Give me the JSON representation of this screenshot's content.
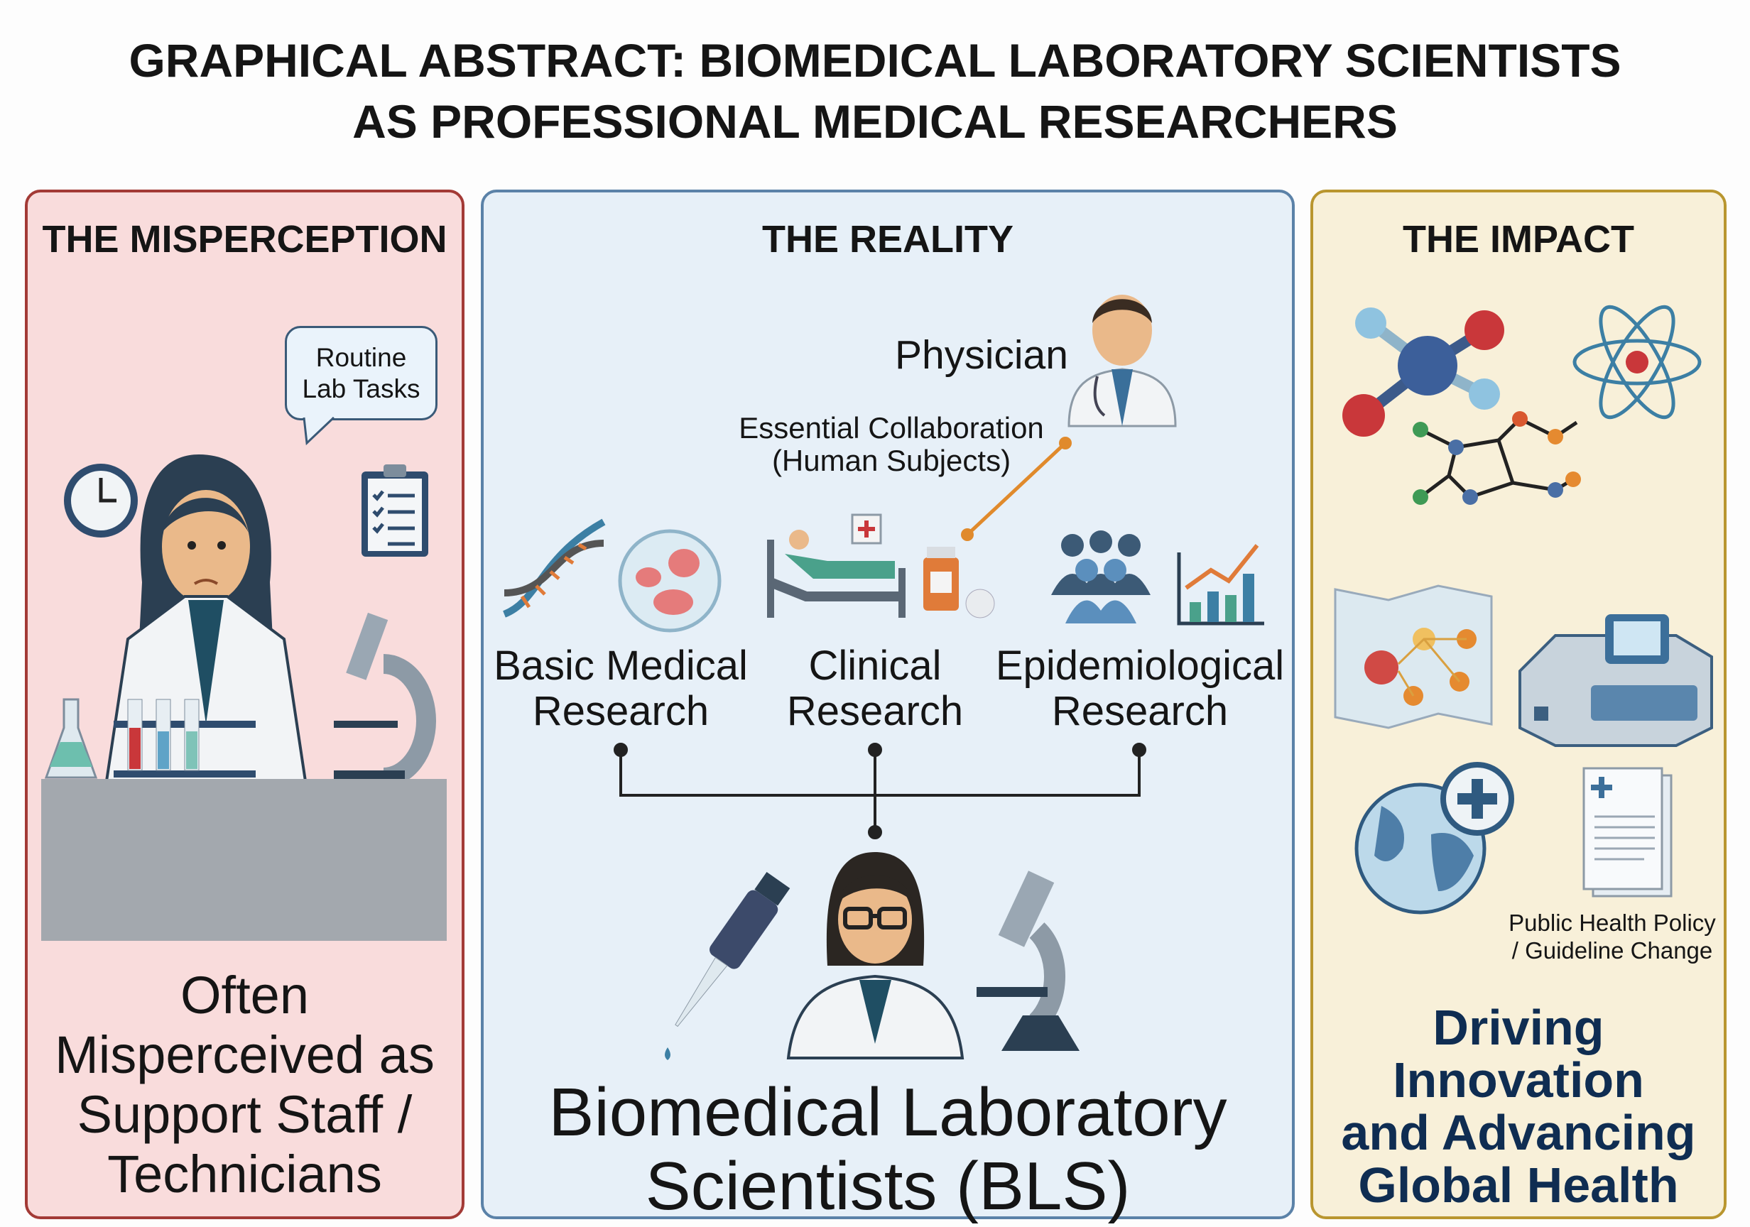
{
  "title": {
    "line1": "GRAPHICAL ABSTRACT: BIOMEDICAL LABORATORY SCIENTISTS",
    "line2": "AS PROFESSIONAL MEDICAL RESEARCHERS"
  },
  "misperception": {
    "heading": "THE MISPERCEPTION",
    "bubble": {
      "line1": "Routine",
      "line2": "Lab Tasks"
    },
    "caption": [
      "Often",
      "Misperceived as",
      "Support Staff /",
      "Technicians"
    ]
  },
  "reality": {
    "heading": "THE REALITY",
    "physician": "Physician",
    "collaboration": {
      "line1": "Essential Collaboration",
      "line2": "(Human Subjects)"
    },
    "research_areas": [
      {
        "line1": "Basic Medical",
        "line2": "Research"
      },
      {
        "line1": "Clinical",
        "line2": "Research"
      },
      {
        "line1": "Epidemiological",
        "line2": "Research"
      }
    ],
    "bls": {
      "line1": "Biomedical Laboratory",
      "line2": "Scientists (BLS)"
    }
  },
  "impact": {
    "heading": "THE IMPACT",
    "policy": {
      "line1": "Public Health Policy",
      "line2": "/ Guideline Change"
    },
    "tagline": [
      "Driving",
      "Innovation",
      "and Advancing",
      "Global Health"
    ]
  },
  "colors": {
    "left_bg": "#f9dcdc",
    "mid_bg": "#e7f0f8",
    "right_bg": "#f8f0d9",
    "tagline": "#0f2d52",
    "collab_line": "#e08a2c"
  }
}
